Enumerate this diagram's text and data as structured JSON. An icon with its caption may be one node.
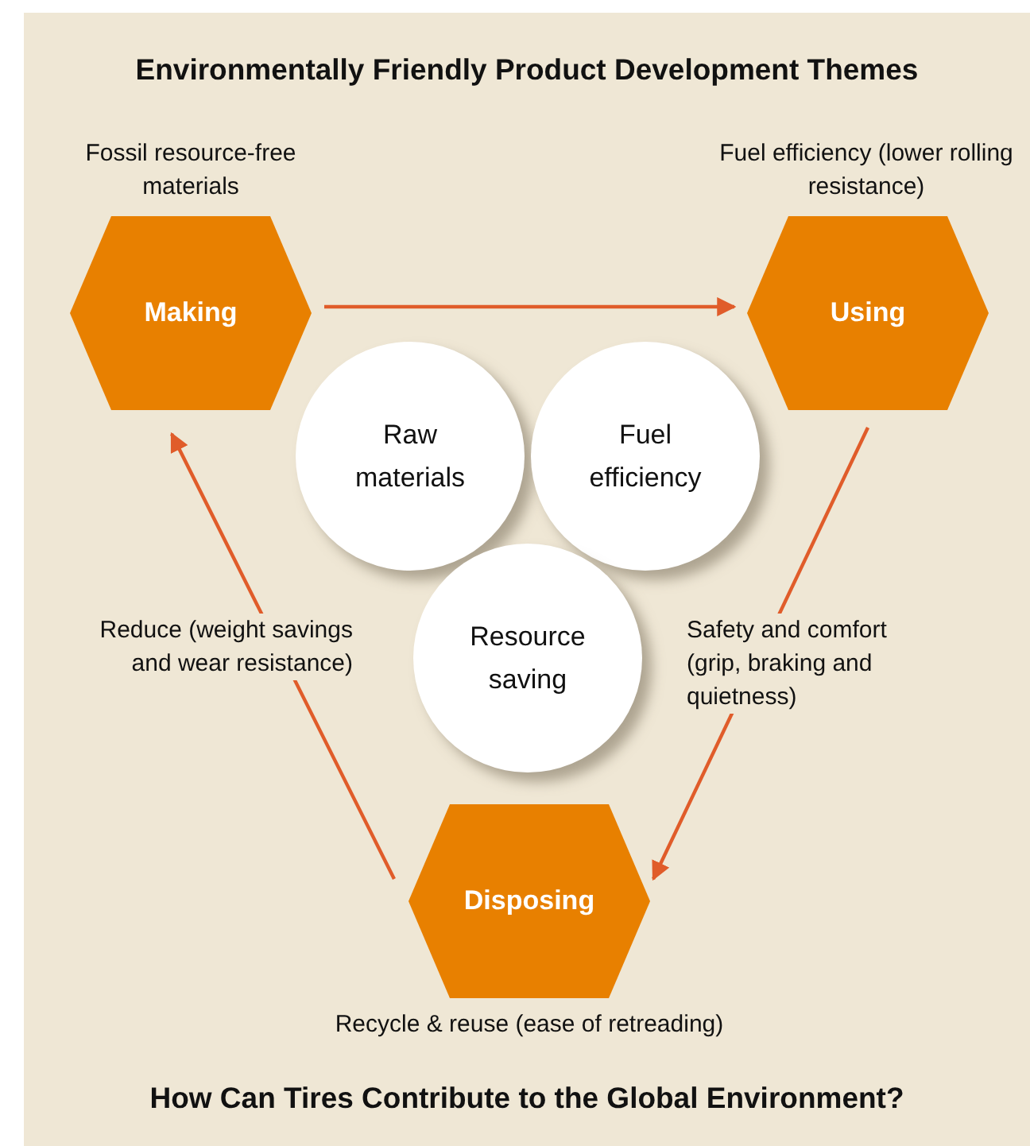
{
  "diagram": {
    "title": "Environmentally Friendly Product Development Themes",
    "caption": "How Can Tires Contribute to the Global Environment?",
    "nodes": [
      {
        "text": [
          "Making"
        ],
        "beside": [
          "Fossil resource-free materials"
        ]
      },
      {
        "text": [
          "Using"
        ],
        "beside": [
          "Fuel efficiency (lower rolling resistance)"
        ]
      },
      {
        "text": [
          "Disposing"
        ],
        "beside": [
          "Recycle & reuse (ease of retreading)"
        ]
      },
      {
        "text": [
          "Raw materials"
        ]
      },
      {
        "text": [
          "Fuel efficiency"
        ]
      },
      {
        "text": [
          "Resource saving"
        ]
      }
    ],
    "edges": [
      {
        "from": 0,
        "to": 1,
        "arrow": "to"
      },
      {
        "from": 1,
        "to": 2,
        "arrow": "to",
        "label": "Safety and comfort (grip, braking and quietness)"
      },
      {
        "from": 2,
        "to": 0,
        "arrow": "to",
        "label": "Reduce (weight savings and wear resistance)"
      }
    ]
  }
}
